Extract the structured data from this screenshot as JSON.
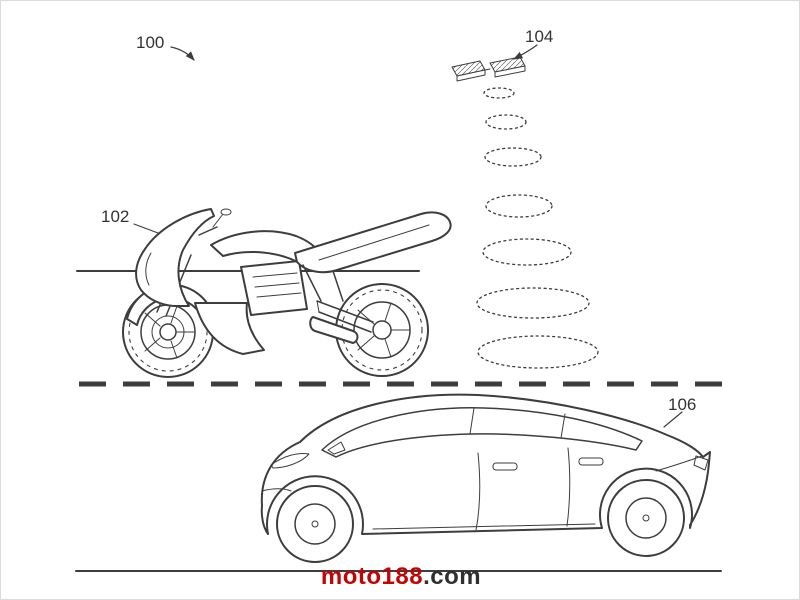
{
  "figure": {
    "background_color": "#ffffff",
    "line_color": "#3d3d3d",
    "labels": [
      {
        "text": "100"
      },
      {
        "text": "102"
      },
      {
        "text": "104"
      },
      {
        "text": "106"
      }
    ]
  },
  "watermark": {
    "brand": "moto188",
    "suffix": ".com",
    "brand_color": "#c40404",
    "suffix_color": "#303030"
  }
}
